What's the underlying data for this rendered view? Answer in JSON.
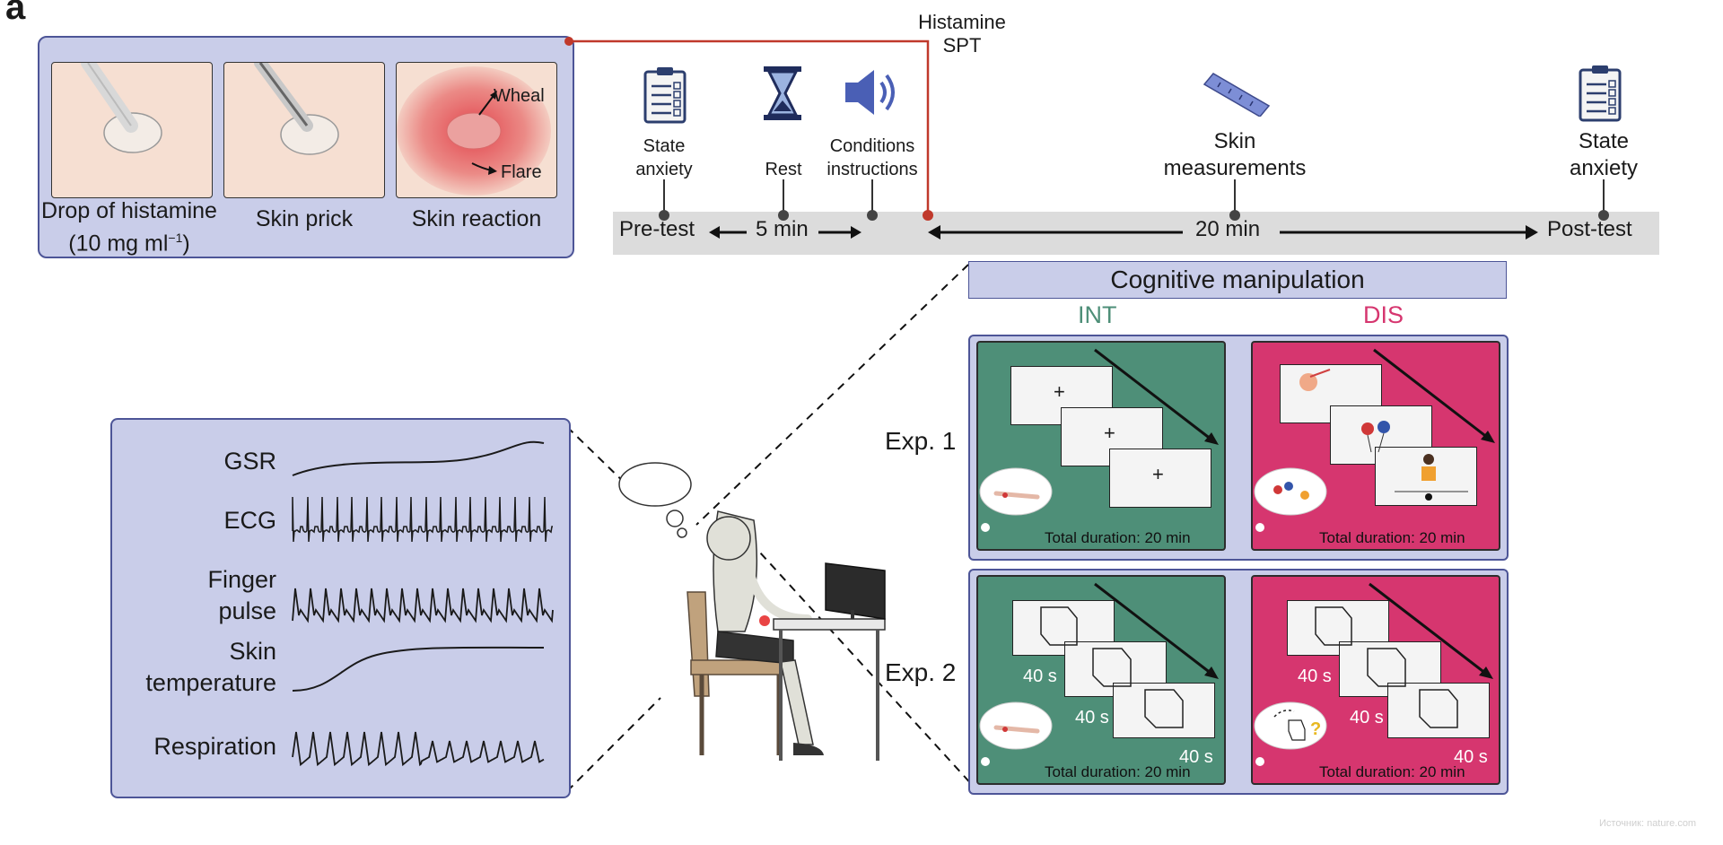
{
  "panel_label": "a",
  "histamine_box": {
    "tiles": [
      {
        "caption_line1": "Drop of histamine",
        "caption_line2_prefix": "(10 mg ml",
        "caption_sup": "−1",
        "caption_line2_suffix": ")"
      },
      {
        "caption": "Skin prick"
      },
      {
        "caption": "Skin reaction",
        "wheal": "Wheal",
        "flare": "Flare"
      }
    ]
  },
  "timeline": {
    "histamine_label": "Histamine SPT",
    "histamine_line1": "Histamine",
    "histamine_line2": "SPT",
    "pre_test": "Pre-test",
    "interval_1": "5 min",
    "interval_2": "20 min",
    "post_test": "Post-test",
    "events": [
      {
        "line1": "State",
        "line2": "anxiety",
        "icon": "clipboard-icon"
      },
      {
        "line1": "Rest",
        "icon": "hourglass-icon"
      },
      {
        "line1": "Conditions",
        "line2": "instructions",
        "icon": "speaker-icon"
      },
      {
        "line1": "Skin",
        "line2": "measurements",
        "icon": "ruler-icon"
      },
      {
        "line1": "State",
        "line2": "anxiety",
        "icon": "clipboard-icon"
      }
    ]
  },
  "cognitive": {
    "title": "Cognitive manipulation",
    "conditions": [
      "INT",
      "DIS"
    ],
    "experiments": [
      {
        "label": "Exp. 1",
        "int_duration": "Total duration: 20 min",
        "dis_duration": "Total duration: 20 min",
        "fixation": "+"
      },
      {
        "label": "Exp. 2",
        "int_duration": "Total duration: 20 min",
        "dis_duration": "Total duration: 20 min",
        "interval": "40 s"
      }
    ]
  },
  "physiology": {
    "signals": [
      {
        "line1": "GSR"
      },
      {
        "line1": "ECG"
      },
      {
        "line1": "Finger",
        "line2": "pulse"
      },
      {
        "line1": "Skin",
        "line2": "temperature"
      },
      {
        "line1": "Respiration"
      }
    ]
  },
  "watermark": "Источник: nature.com",
  "colors": {
    "panel_fill": "#c9cde9",
    "panel_border": "#4d5597",
    "int_green": "#4e8f78",
    "dis_pink": "#d6366f",
    "histamine_red": "#c0392b",
    "timeline_gray": "#dcdcdc"
  }
}
